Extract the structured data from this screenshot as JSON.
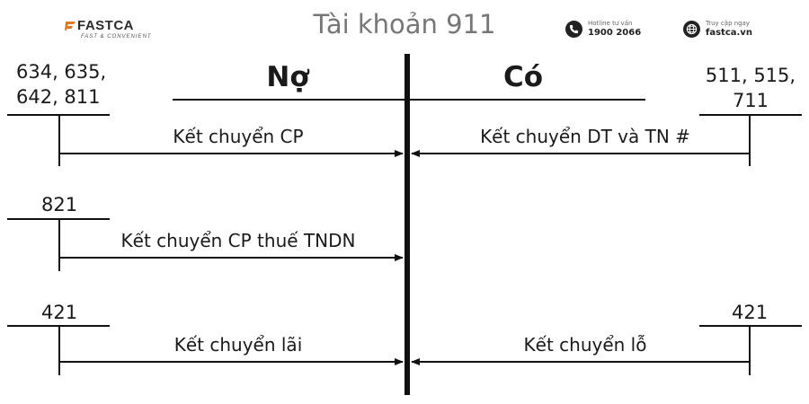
{
  "header": {
    "logo_name": "FASTCA",
    "logo_tagline": "FAST & CONVENIENT",
    "title": "Tài khoản 911",
    "hotline_label": "Hotline tư vấn",
    "hotline_number": "1900 2066",
    "web_label": "Truy cập ngay",
    "web_url": "fastca.vn"
  },
  "diagram": {
    "debit_label": "Nợ",
    "credit_label": "Có",
    "left_accounts": {
      "row1_line1": "634, 635,",
      "row1_line2": "642, 811",
      "row2": "821",
      "row3": "421"
    },
    "right_accounts": {
      "row1_line1": "511, 515,",
      "row1_line2": "711",
      "row3": "421"
    },
    "entries": {
      "cost_transfer": "Kết chuyển CP",
      "revenue_transfer": "Kết chuyển DT và TN #",
      "tax_transfer": "Kết chuyển CP thuế TNDN",
      "profit_transfer": "Kết chuyển lãi",
      "loss_transfer": "Kết chuyển lỗ"
    }
  },
  "colors": {
    "line": "#111111",
    "title": "#777777"
  }
}
